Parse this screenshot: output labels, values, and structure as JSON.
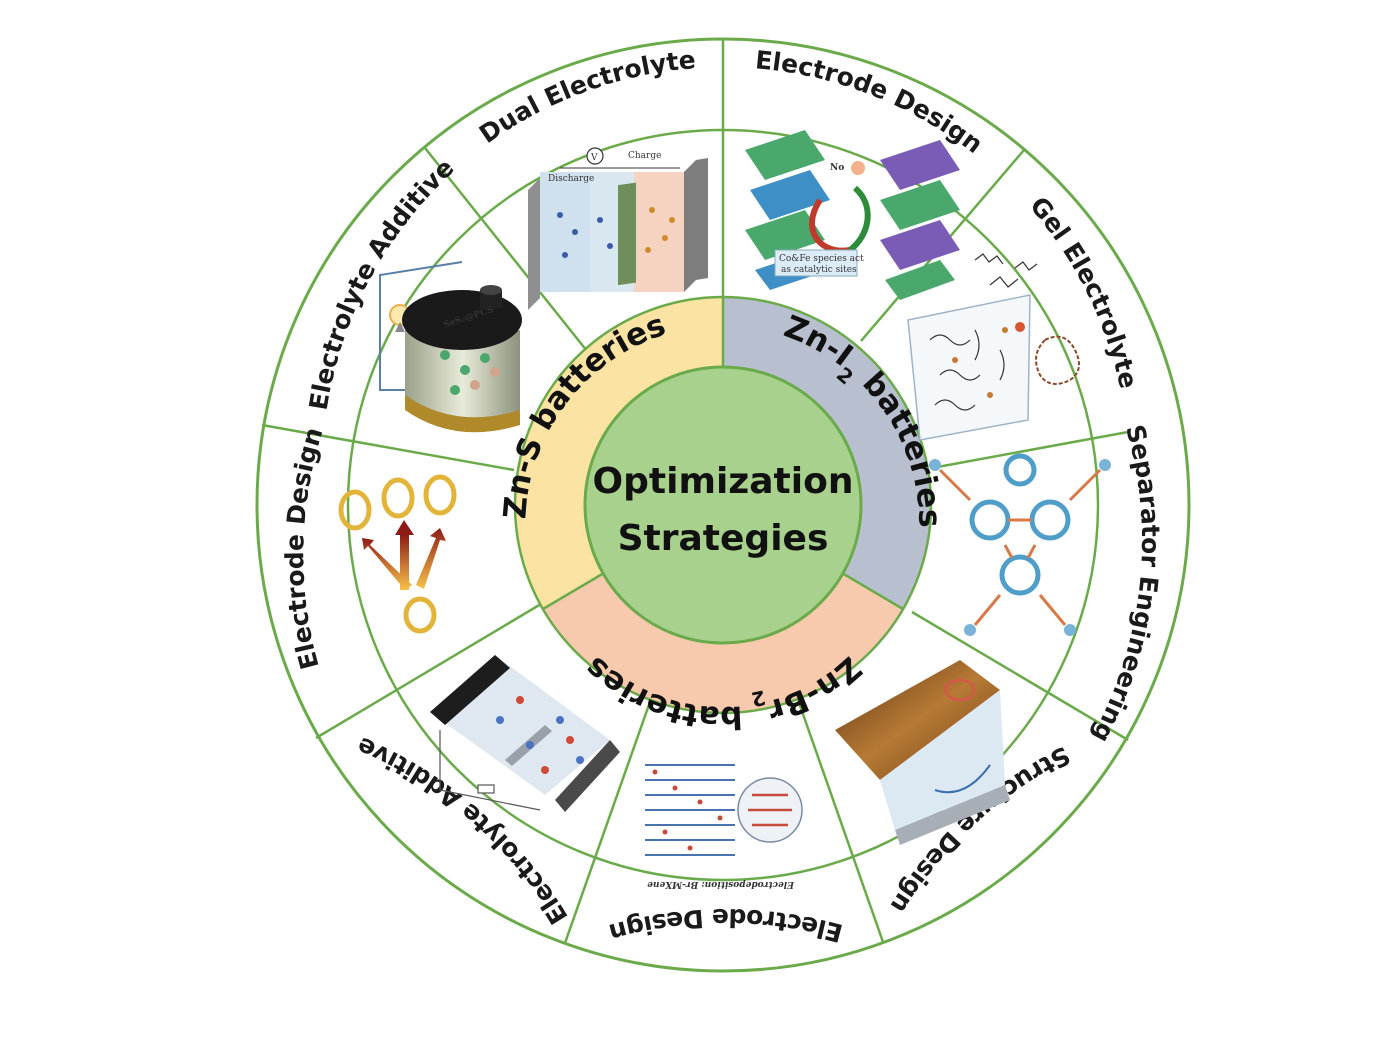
{
  "center": {
    "line1": "Optimization",
    "line2": "Strategies"
  },
  "inner_ring": {
    "zn_s": {
      "label": "Zn-S batteries",
      "color": "#fbe3a3"
    },
    "zn_i2": {
      "label_pre": "Zn-I",
      "label_sub": "2",
      "label_post": " batteries",
      "color": "#b8c0cf"
    },
    "zn_br2": {
      "label_pre": "Zn-Br",
      "label_sub": "2",
      "label_post": " batteries",
      "color": "#f7c9ad"
    },
    "center_color": "#a8d18d"
  },
  "outer_ring": {
    "border_color": "#6aaa4a",
    "labels": {
      "dual_electrolyte": "Dual Electrolyte",
      "electrode_design_top": "Electrode Design",
      "gel_electrolyte": "Gel Electrolyte",
      "separator_engineering": "Separator Engineering",
      "structure_design": "Structure Design",
      "electrode_design_bottom": "Electrode Design",
      "electrolyte_additive_bottom": "Electrolyte Additive",
      "electrode_design_left": "Electrode Design",
      "electrolyte_additive_top": "Electrolyte Additive"
    }
  },
  "artwork_text": {
    "discharge": "Discharge",
    "charge": "Charge",
    "no": "No",
    "cofe": "Co&Fe species act",
    "catalytic": "as catalytic sites",
    "sesx": "SeS₂@PCS",
    "electrodeposition": "Electrodeposition: Br-MXene"
  },
  "icons": {
    "dual_electrolyte": "dual-electrolyte-cell-icon",
    "electrode_top": "catalytic-electrode-icon",
    "gel": "gel-network-icon",
    "separator": "mof-separator-icon",
    "structure": "layered-structure-icon",
    "electrode_bottom": "mxene-electrode-icon",
    "additive_bottom": "additive-cell-icon",
    "electrode_left": "sulfur-ring-icon",
    "additive_top": "battery-cell-icon"
  }
}
